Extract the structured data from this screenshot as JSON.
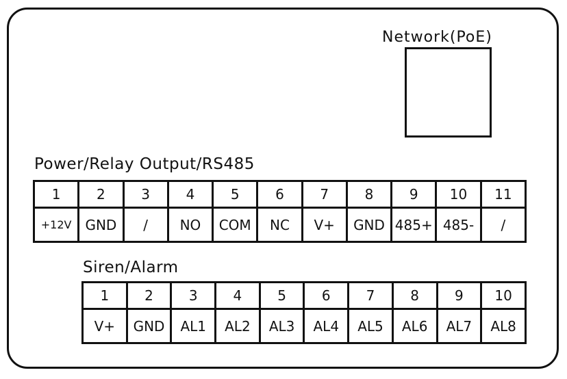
{
  "network": {
    "label": "Network(PoE)"
  },
  "power": {
    "title": "Power/Relay Output/RS485",
    "numbers": [
      "1",
      "2",
      "3",
      "4",
      "5",
      "6",
      "7",
      "8",
      "9",
      "10",
      "11"
    ],
    "labels": [
      "+12V",
      "GND",
      "/",
      "NO",
      "COM",
      "NC",
      "V+",
      "GND",
      "485+",
      "485-",
      "/"
    ]
  },
  "siren": {
    "title": "Siren/Alarm",
    "numbers": [
      "1",
      "2",
      "3",
      "4",
      "5",
      "6",
      "7",
      "8",
      "9",
      "10"
    ],
    "labels": [
      "V+",
      "GND",
      "AL1",
      "AL2",
      "AL3",
      "AL4",
      "AL5",
      "AL6",
      "AL7",
      "AL8"
    ]
  }
}
